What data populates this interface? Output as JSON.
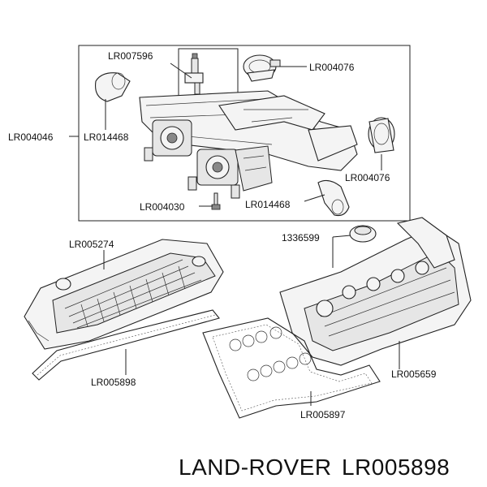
{
  "parts": {
    "lr007596": "LR007596",
    "lr004076_top": "LR004076",
    "lr004046": "LR004046",
    "lr014468_left": "LR014468",
    "lr004076_right": "LR004076",
    "lr004030": "LR004030",
    "lr014468_bottom": "LR014468",
    "lr005274": "LR005274",
    "p1336599": "1336599",
    "lr005898": "LR005898",
    "lr005659": "LR005659",
    "lr005897": "LR005897"
  },
  "footer": {
    "brand": "LAND-ROVER",
    "part_number": "LR005898"
  }
}
